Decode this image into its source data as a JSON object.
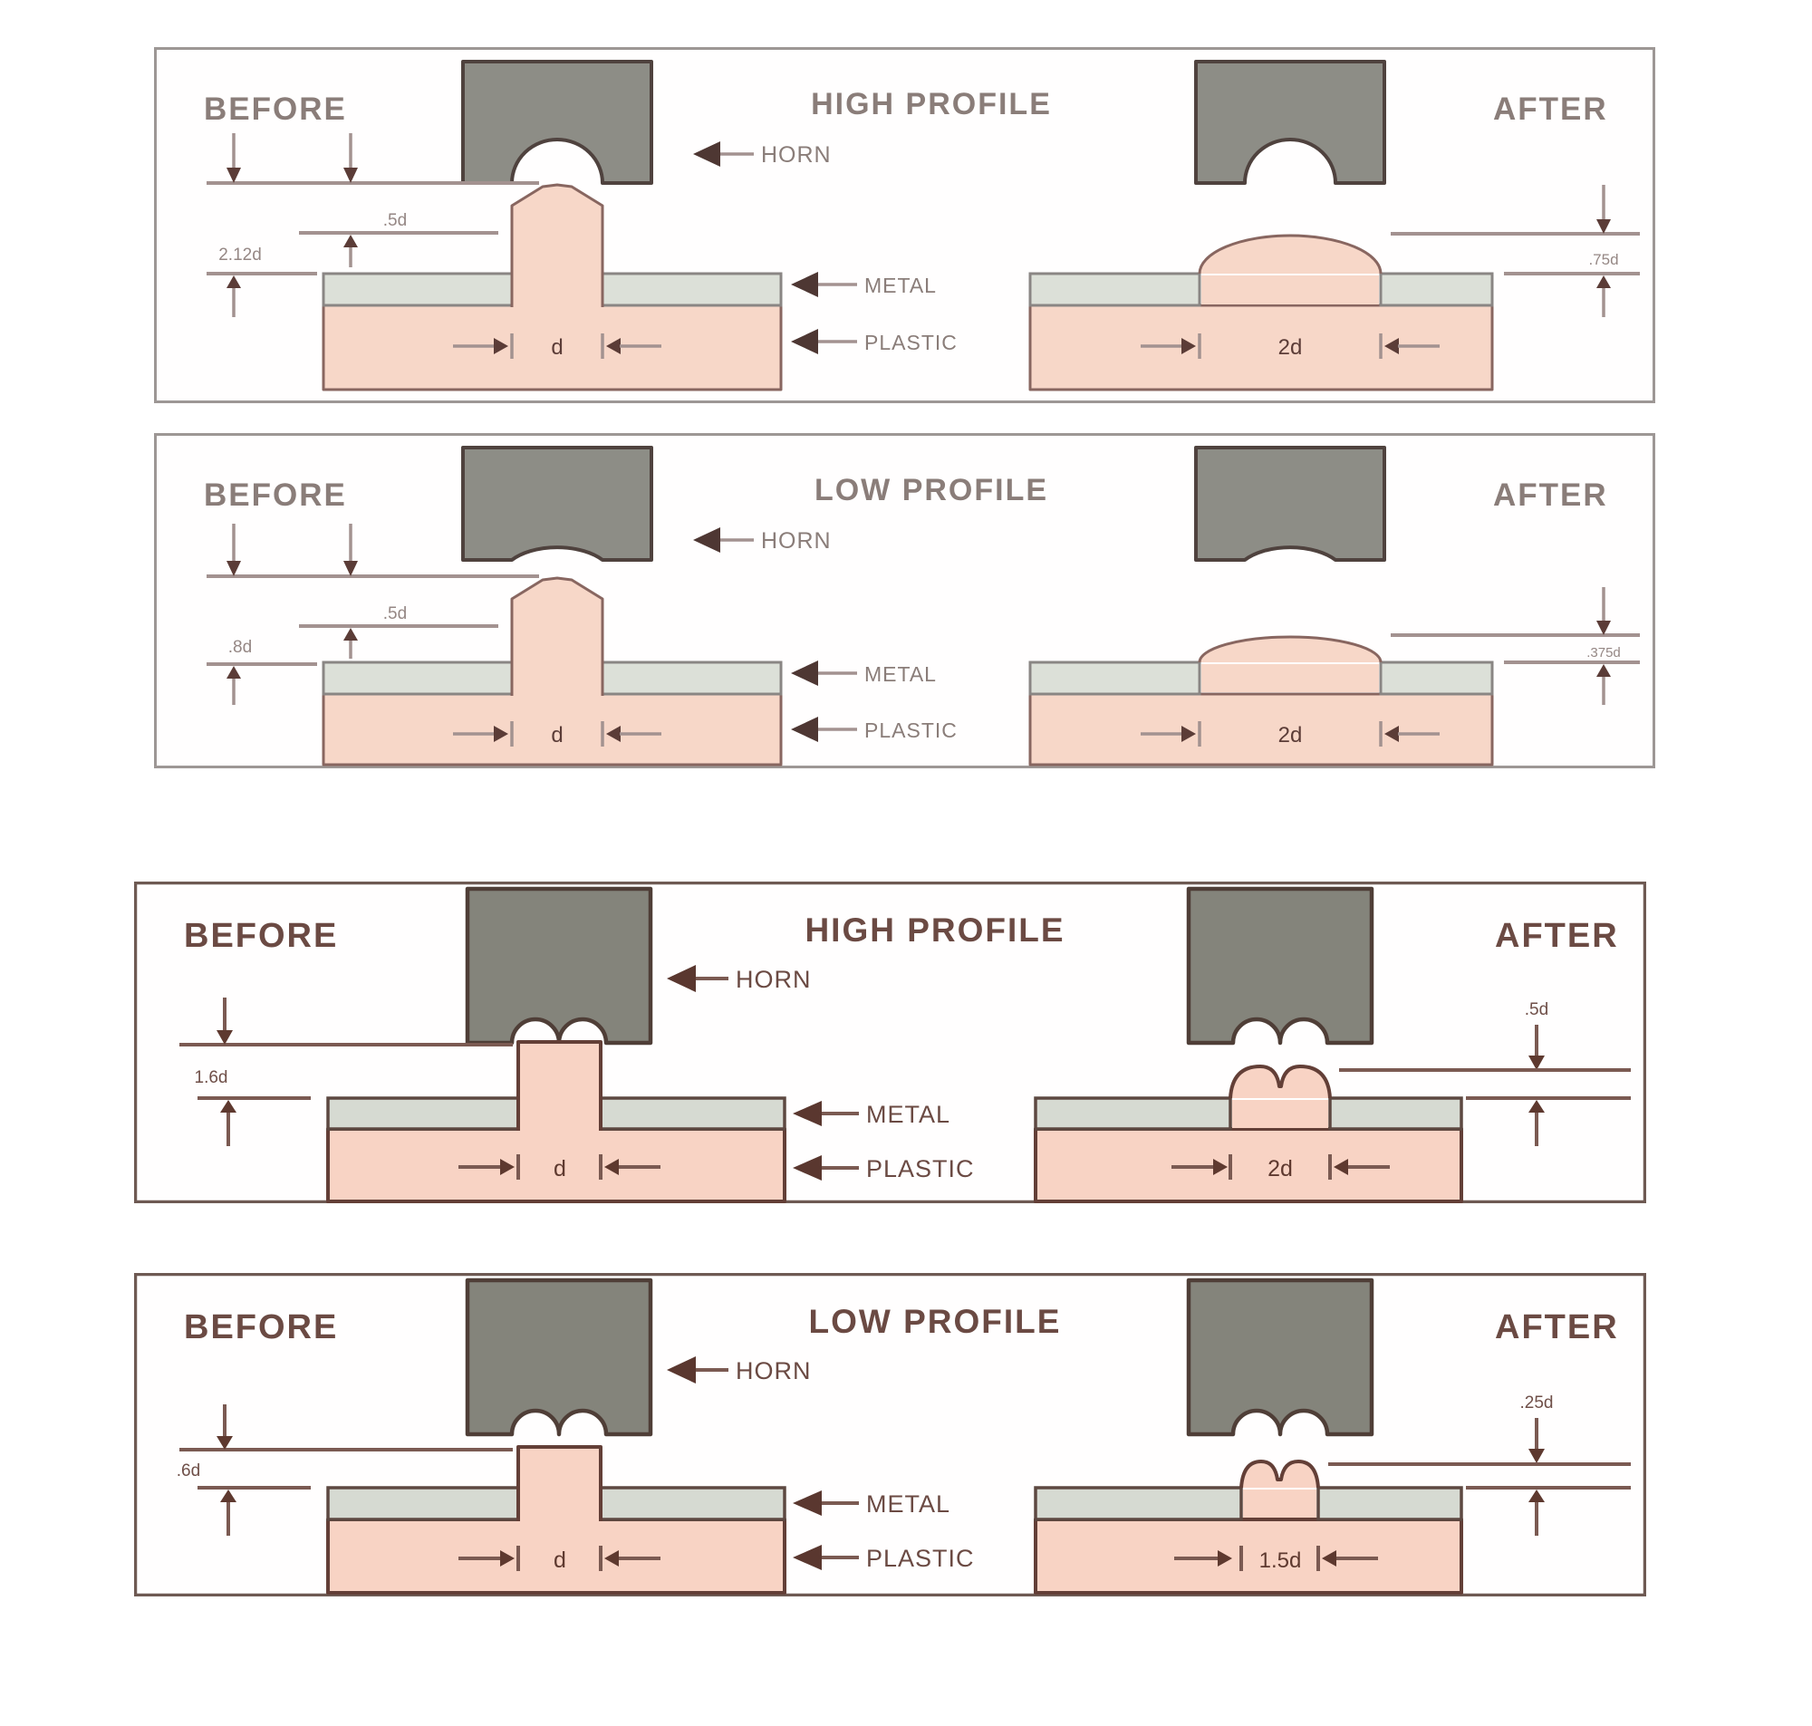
{
  "document": {
    "kind": "ultrasonic-staking-profile-diagram",
    "labels": {
      "before": "BEFORE",
      "after": "AFTER",
      "horn": "HORN",
      "metal": "METAL",
      "plastic": "PLASTIC"
    }
  },
  "panels": [
    {
      "title": "HIGH PROFILE",
      "stake_style": "pointed-stud-dome-horn",
      "dims": {
        "stud_height": "2.12d",
        "tip_height": ".5d",
        "stud_diameter": "d",
        "head_diameter": "2d",
        "head_height": ".75d"
      }
    },
    {
      "title": "LOW PROFILE",
      "stake_style": "pointed-stud-shallow-horn",
      "dims": {
        "stud_height": ".8d",
        "tip_height": ".5d",
        "stud_diameter": "d",
        "head_diameter": "2d",
        "head_height": ".375d"
      }
    },
    {
      "title": "HIGH PROFILE",
      "stake_style": "flat-stud-rosette-horn",
      "dims": {
        "stud_height": "1.6d",
        "stud_diameter": "d",
        "head_diameter": "2d",
        "head_height": ".5d"
      }
    },
    {
      "title": "LOW PROFILE",
      "stake_style": "flat-stud-rosette-horn",
      "dims": {
        "stud_height": ".6d",
        "stud_diameter": "d",
        "head_diameter": "1.5d",
        "head_height": ".25d"
      }
    }
  ],
  "colors": {
    "plastic_pink": "#f7d5c6",
    "metal_gray": "#d9ddd5",
    "horn_gray": "#87877f",
    "outline_brown": "#5e4038",
    "faded_line": "#a39290",
    "dark_line": "#7b5a52",
    "background": "#ffffff"
  }
}
